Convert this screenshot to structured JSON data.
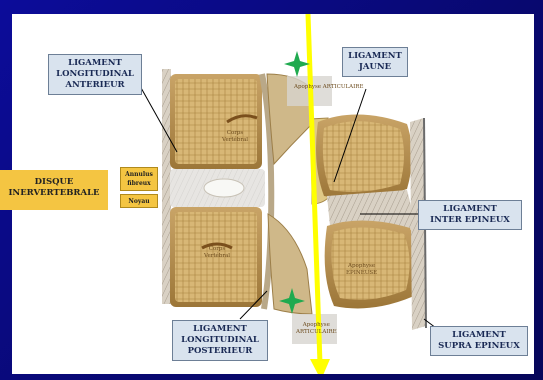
{
  "labels": {
    "ligament_longitudinal_anterieur": [
      "LIGAMENT",
      "LONGITUDINAL",
      "ANTERIEUR"
    ],
    "ligament_jaune": [
      "LIGAMENT",
      "JAUNE"
    ],
    "disque_intervertebral": [
      "DISQUE",
      "INERVERTEBRALE"
    ],
    "annulus_fibrosus": [
      "Annulus",
      "fibreux"
    ],
    "nucleus": "Noyau",
    "ligament_inter_epineux": [
      "LIGAMENT",
      "INTER EPINEUX"
    ],
    "ligament_longitudinal_posterieur": [
      "LIGAMENT",
      "LONGITUDINAL",
      "POSTERIEUR"
    ],
    "ligament_supra_epineux": [
      "LIGAMENT",
      "SUPRA EPINEUX"
    ]
  },
  "structure_labels": {
    "corps_vertebral_top": [
      "Corps",
      "Vertébral"
    ],
    "corps_vertebral_bottom": [
      "Corps",
      "Vertébral"
    ],
    "apophyse_articulaire_top": "Apophyse ARTICULAIRE",
    "apophyse_articulaire_bottom": [
      "Apophyse",
      "ARTICULAIRE"
    ],
    "apophyse_epineuse": [
      "Apophyse",
      "EPINEUSE"
    ]
  },
  "colors": {
    "background": "#0a0a8a",
    "arrow": "#ffff00",
    "stars": "#1faa4f",
    "label_box": "#d9e3ee",
    "highlight_label": "#f4c542",
    "bone": "#d8b776"
  }
}
